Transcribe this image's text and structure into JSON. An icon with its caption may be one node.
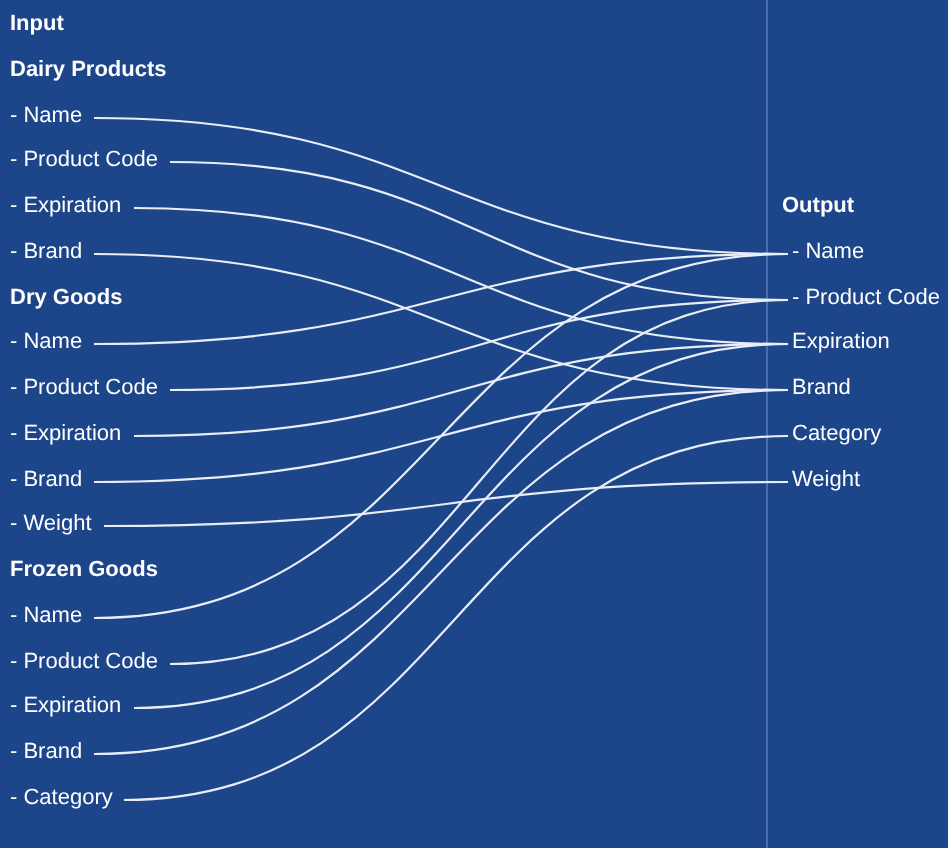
{
  "diagram": {
    "nodes": [
      {
        "text": [
          "- Name"
        ]
      },
      {
        "text": [
          "- Product Code"
        ]
      },
      {
        "text": [
          "- Expiration"
        ]
      },
      {
        "text": [
          "- Brand"
        ]
      },
      {
        "text": [
          "- Name"
        ]
      },
      {
        "text": [
          "- Product Code"
        ]
      },
      {
        "text": [
          "- Expiration"
        ]
      },
      {
        "text": [
          "- Brand"
        ]
      },
      {
        "text": [
          "- Weight"
        ]
      },
      {
        "text": [
          "- Name"
        ]
      },
      {
        "text": [
          "- Product Code"
        ]
      },
      {
        "text": [
          "- Expiration"
        ]
      },
      {
        "text": [
          "- Brand"
        ]
      },
      {
        "text": [
          "- Category"
        ]
      },
      {
        "text": [
          "- Name"
        ]
      },
      {
        "text": [
          "- Product Code"
        ]
      },
      {
        "text": [
          "Expiration"
        ]
      },
      {
        "text": [
          "Brand"
        ]
      },
      {
        "text": [
          "Category"
        ]
      },
      {
        "text": [
          "Weight"
        ]
      }
    ],
    "edges": [
      {
        "from": 0,
        "to": 14,
        "arrow": "none"
      },
      {
        "from": 1,
        "to": 15,
        "arrow": "none"
      },
      {
        "from": 2,
        "to": 16,
        "arrow": "none"
      },
      {
        "from": 3,
        "to": 17,
        "arrow": "none"
      },
      {
        "from": 4,
        "to": 14,
        "arrow": "none"
      },
      {
        "from": 5,
        "to": 15,
        "arrow": "none"
      },
      {
        "from": 6,
        "to": 16,
        "arrow": "none"
      },
      {
        "from": 7,
        "to": 17,
        "arrow": "none"
      },
      {
        "from": 8,
        "to": 19,
        "arrow": "none"
      },
      {
        "from": 9,
        "to": 14,
        "arrow": "none"
      },
      {
        "from": 10,
        "to": 15,
        "arrow": "none"
      },
      {
        "from": 11,
        "to": 16,
        "arrow": "none"
      },
      {
        "from": 12,
        "to": 17,
        "arrow": "none"
      },
      {
        "from": 13,
        "to": 18,
        "arrow": "none"
      }
    ],
    "labels": [
      "Input",
      "Dairy Products",
      "Dry Goods",
      "Frozen Goods",
      "Output"
    ]
  }
}
